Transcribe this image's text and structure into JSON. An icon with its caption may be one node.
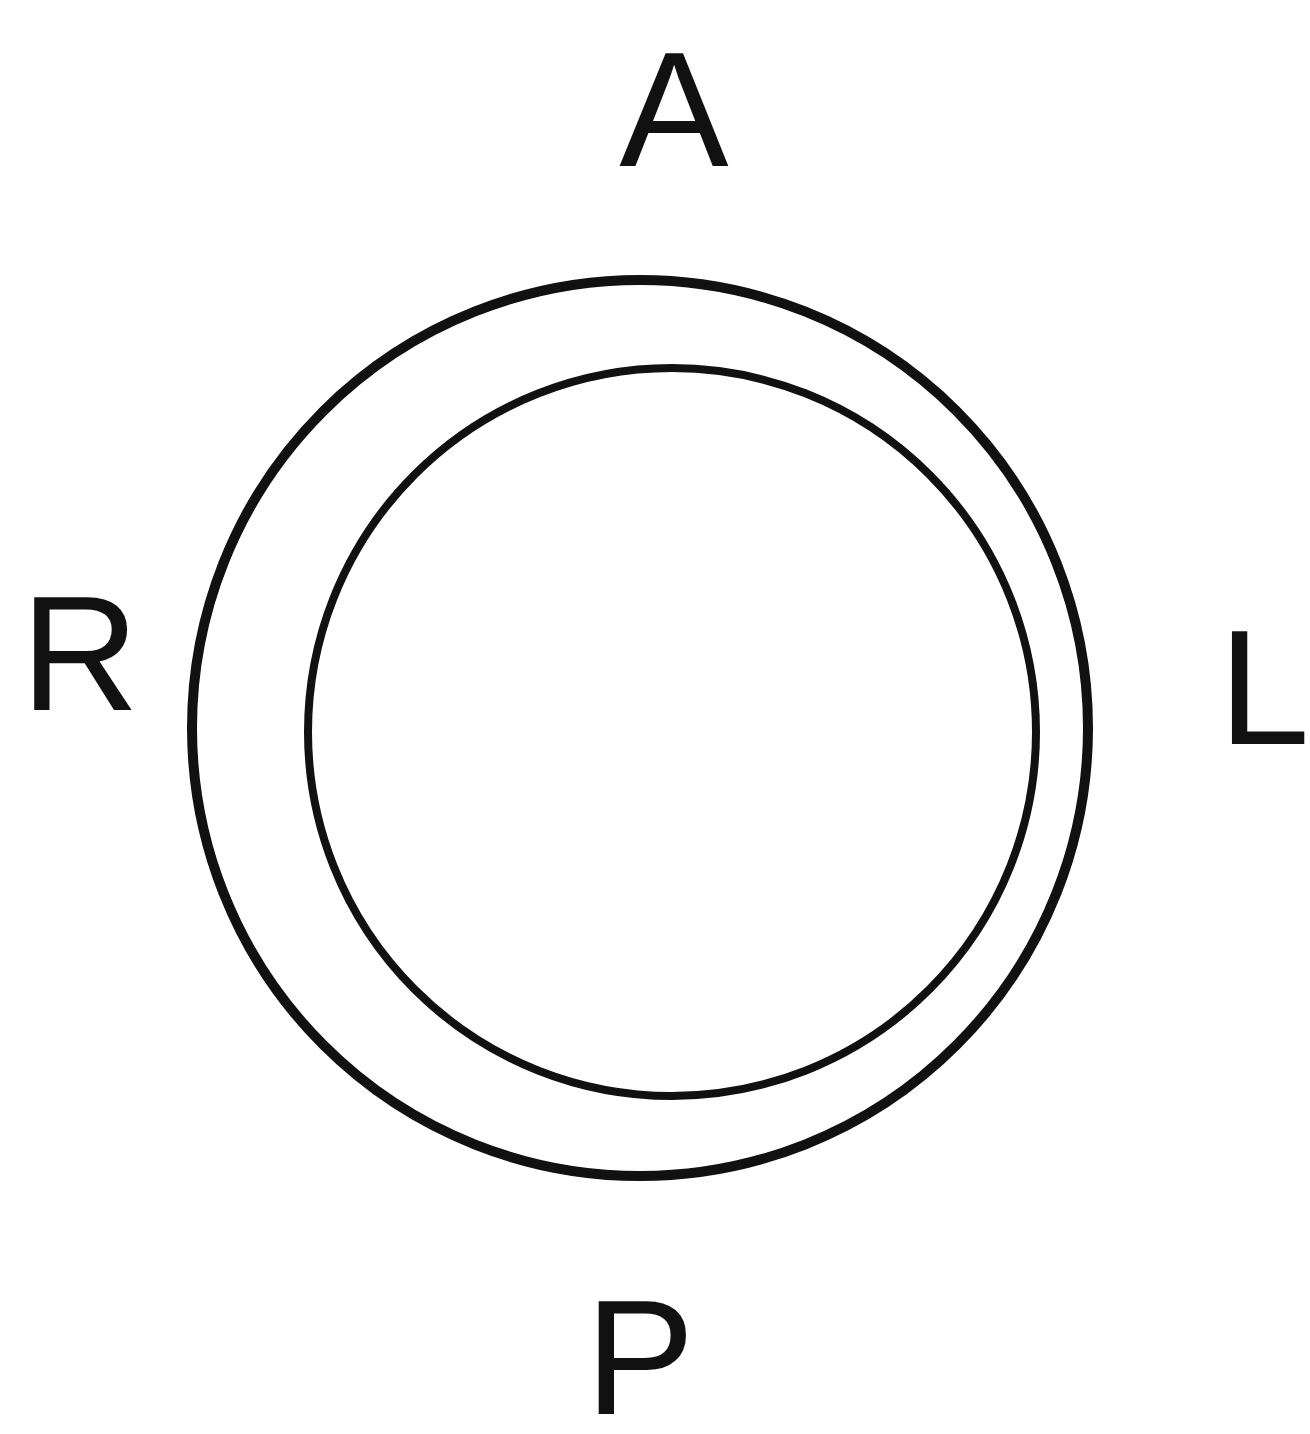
{
  "diagram": {
    "labels": [
      "A",
      "R",
      "L",
      "P"
    ]
  }
}
